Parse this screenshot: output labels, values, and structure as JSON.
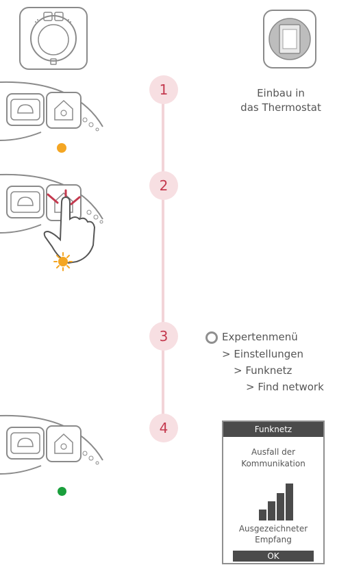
{
  "steps": [
    {
      "number": "1",
      "caption_line1": "Einbau in",
      "caption_line2": "das Thermostat",
      "led_color": "#f4a623"
    },
    {
      "number": "2",
      "led_color": "#f4a623"
    },
    {
      "number": "3",
      "menu": [
        "Expertenmenü",
        "> Einstellungen",
        "> Funknetz",
        "> Find network"
      ]
    },
    {
      "number": "4",
      "led_color": "#1a9f3c"
    }
  ],
  "screen": {
    "header": "Funknetz",
    "line1": "Ausfall der",
    "line2": "Kommunikation",
    "signal_bars": 4,
    "status1": "Ausgezeichneter",
    "status2": "Empfang",
    "ok_label": "OK"
  },
  "colors": {
    "accent": "#c4394e",
    "badge_bg": "#f7dfe2",
    "line": "#f3d4d8"
  }
}
